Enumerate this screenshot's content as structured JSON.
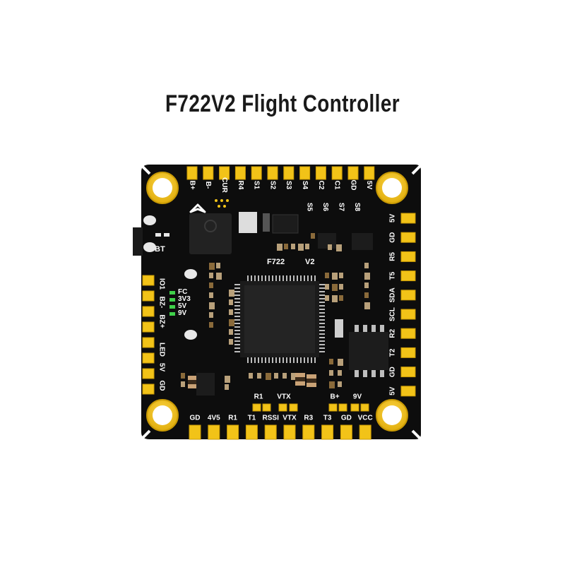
{
  "title": "F722V2 Flight Controller",
  "colors": {
    "board": "#0d0d0d",
    "pad": "#f2c318",
    "pad_edge": "#c99a05",
    "silk": "#ffffff"
  },
  "labels": {
    "top_pads": [
      "B+",
      "B-",
      "CUR",
      "R4",
      "S1",
      "S2",
      "S3",
      "S4",
      "C2",
      "C1",
      "GD",
      "5V"
    ],
    "motor_pads": [
      "S5",
      "S6",
      "S7",
      "S8"
    ],
    "right_pads": [
      "5V",
      "GD",
      "R5",
      "T5",
      "SDA",
      "SCL",
      "R2",
      "T2",
      "GD",
      "5V"
    ],
    "left_pads": [
      "IO1",
      "BZ-",
      "BZ+",
      "LED",
      "5V",
      "GD"
    ],
    "bottom_pads": [
      "GD",
      "4V5",
      "R1",
      "T1",
      "RSSI",
      "VTX",
      "R3",
      "T3",
      "GD",
      "VCC"
    ],
    "bottom_small_pads": [
      "R1",
      "VTX",
      "B+",
      "9V"
    ],
    "leds": [
      "FC",
      "3V3",
      "5V",
      "9V"
    ],
    "bt": "BT",
    "board_name_left": "F722",
    "board_name_right": "V2"
  },
  "icons": {
    "logo": "arrow-logo-icon",
    "wifi": "bluetooth-module-icon"
  }
}
